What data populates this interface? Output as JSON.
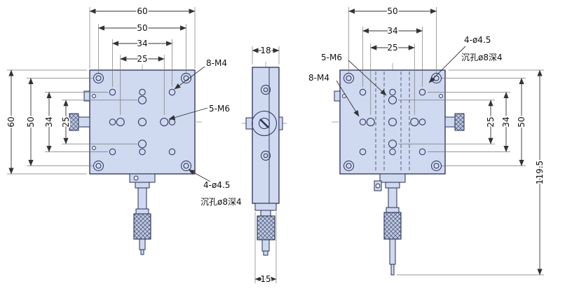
{
  "drawing": {
    "kind": "engineering-dimension-drawing",
    "subject": "manual-linear-translation-stage",
    "colors": {
      "body_fill": "#cfd9f0",
      "outline": "#2a2f55",
      "dimension": "#333333"
    },
    "views": {
      "front": {
        "dims_top": [
          "60",
          "50",
          "34",
          "25"
        ],
        "dims_left": [
          "60",
          "50",
          "34",
          "25"
        ],
        "labels": {
          "m4": "8-M4",
          "m6": "5-M6",
          "cbore_line1": "4-ø4.5",
          "cbore_line2": "沉孔ø8深4"
        }
      },
      "side": {
        "dim_top": "18",
        "dim_bottom": "15"
      },
      "back": {
        "dims_top": [
          "50",
          "34",
          "25"
        ],
        "dims_right": [
          "25",
          "34",
          "50"
        ],
        "dim_overall_height": "119.5",
        "labels": {
          "m6": "5-M6",
          "m4": "8-M4",
          "cbore_line1": "4-ø4.5",
          "cbore_line2": "沉孔ø8深4"
        }
      }
    }
  }
}
